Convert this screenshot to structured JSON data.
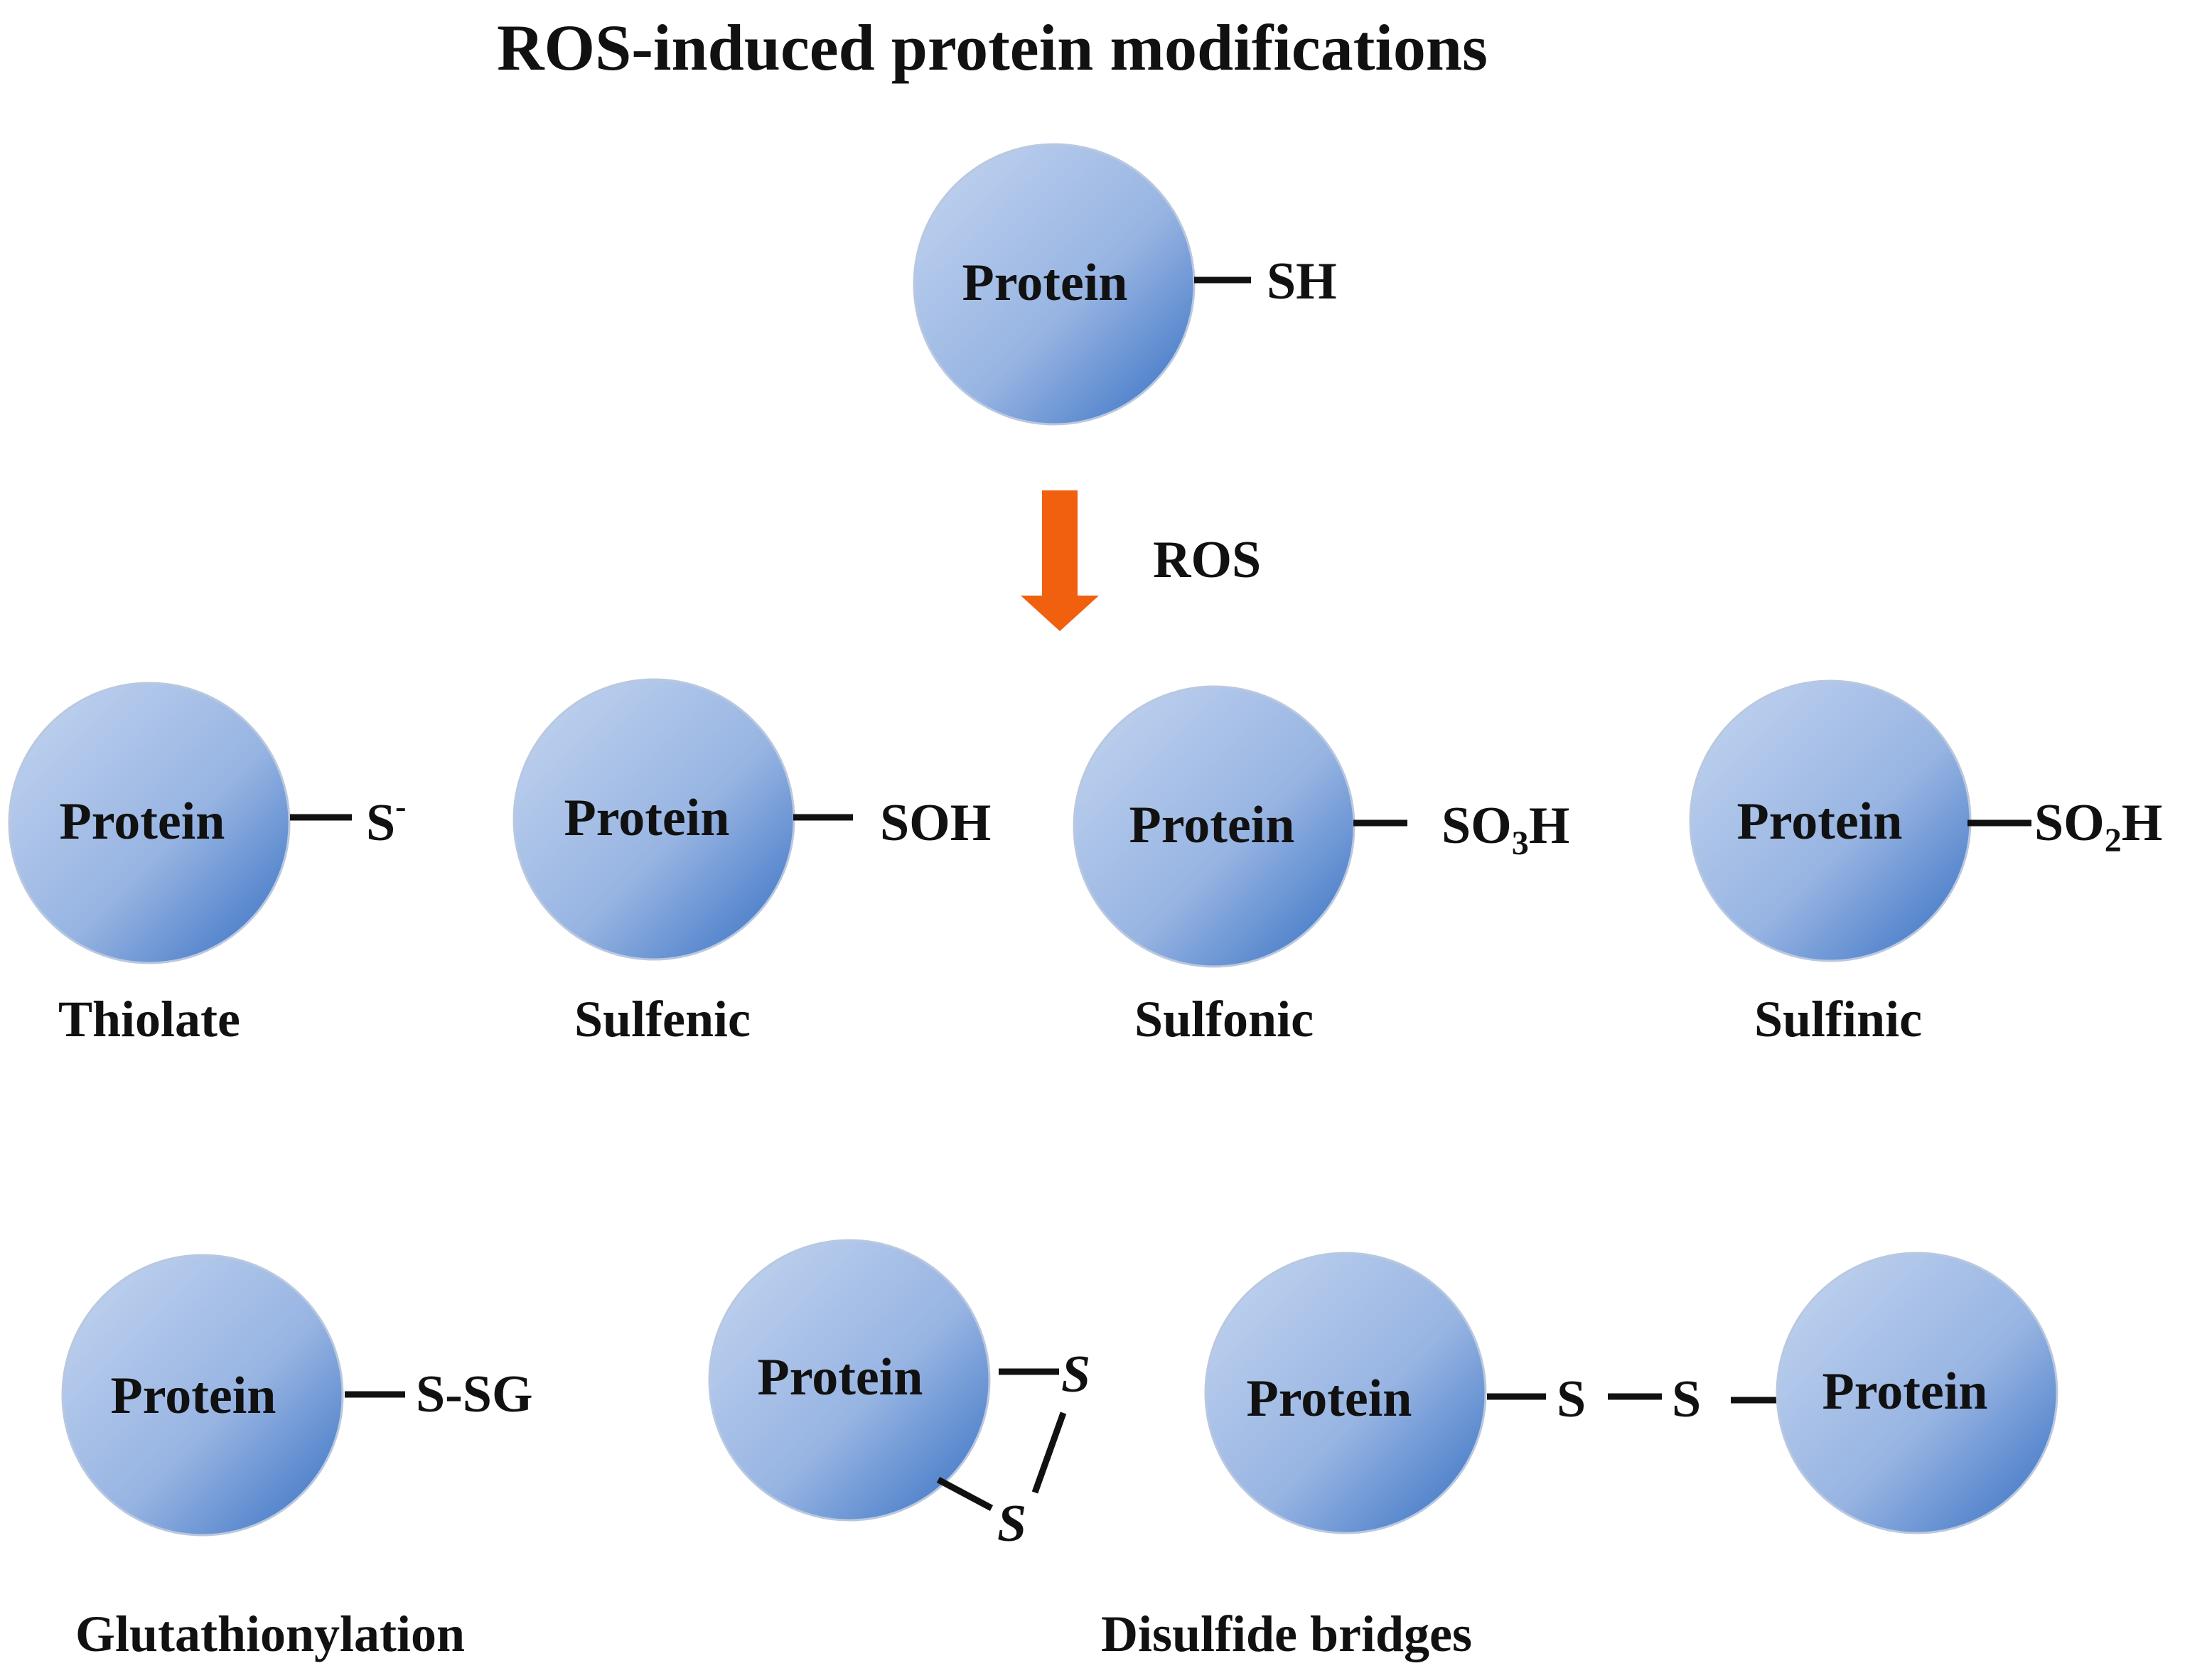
{
  "title": "ROS-induced protein modifications",
  "protein_label": "Protein",
  "start": {
    "group": "SH"
  },
  "arrow": {
    "label": "ROS",
    "color": "#f0600e"
  },
  "modifications": [
    {
      "name": "Thiolate",
      "group": "S",
      "group_sup": "-"
    },
    {
      "name": "Sulfenic",
      "group": "SOH"
    },
    {
      "name": "Sulfonic",
      "group_pre": "SO",
      "group_sub": "3",
      "group_post": "H"
    },
    {
      "name": "Sulfinic",
      "group_pre": "SO",
      "group_sub": "2",
      "group_post": "H"
    }
  ],
  "glutathionylation": {
    "name": "Glutathionylation",
    "group": "S-SG"
  },
  "disulfide": {
    "name": "Disulfide bridges",
    "intra_s1": "S",
    "intra_s2": "S",
    "inter_s1": "S",
    "inter_s2": "S"
  },
  "colors": {
    "sphere_light": "#bdd0ee",
    "sphere_mid": "#97b4e2",
    "sphere_dark": "#3f76c6",
    "text": "#111111"
  }
}
